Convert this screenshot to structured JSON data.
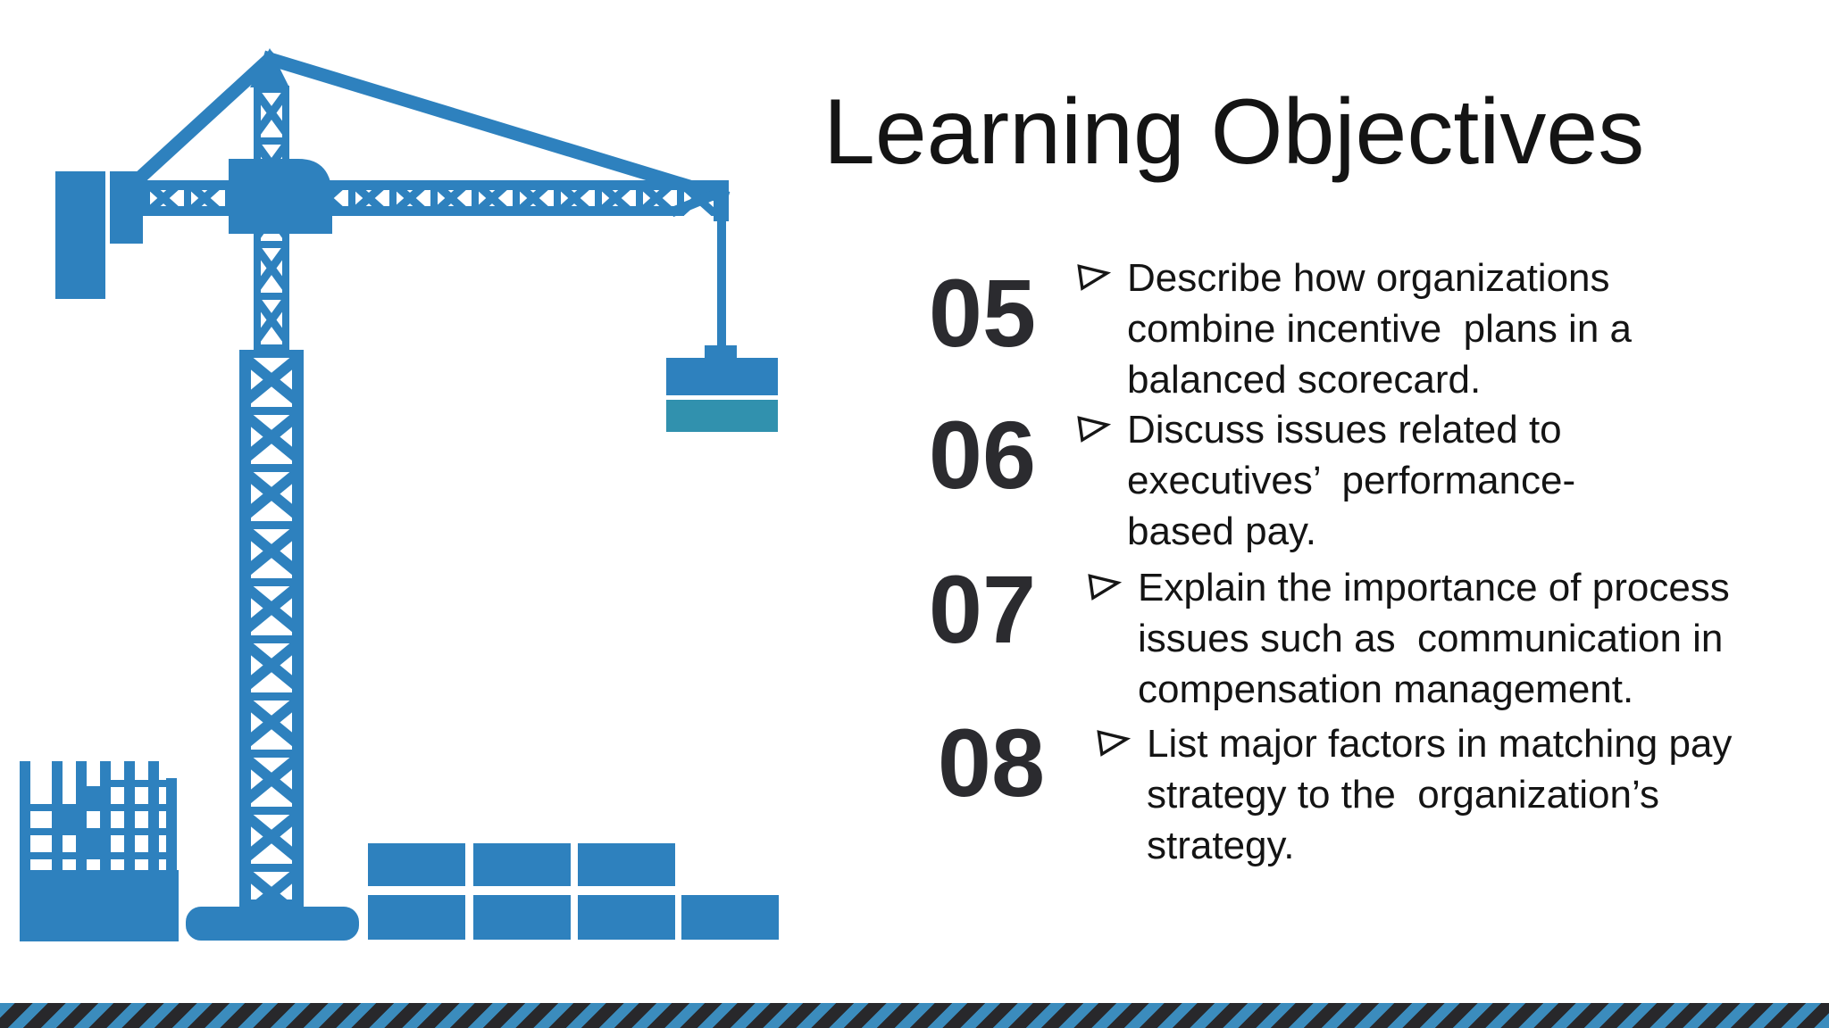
{
  "slide": {
    "title": "Learning Objectives"
  },
  "objectives": [
    {
      "number": "05",
      "lines": [
        "Describe how organizations",
        "combine incentive  plans in a",
        "balanced scorecard."
      ]
    },
    {
      "number": "06",
      "lines": [
        "Discuss issues related to",
        "executives’  performance-",
        "based pay."
      ]
    },
    {
      "number": "07",
      "lines": [
        "Explain the importance of process",
        "issues such as  communication in",
        "compensation management."
      ]
    },
    {
      "number": "08",
      "lines": [
        "List major factors in matching pay",
        "strategy to the  organization’s",
        "strategy."
      ]
    }
  ],
  "icons": {
    "crane": "construction-crane-icon",
    "bullet": "arrow-bullet-icon"
  },
  "colors": {
    "crane-blue": "#2E81BE",
    "load-teal": "#3191AE",
    "stripe-blue": "#3B8CBD",
    "stripe-dark": "#28282B",
    "number-gray": "#2B2B2F",
    "text-black": "#141414"
  }
}
